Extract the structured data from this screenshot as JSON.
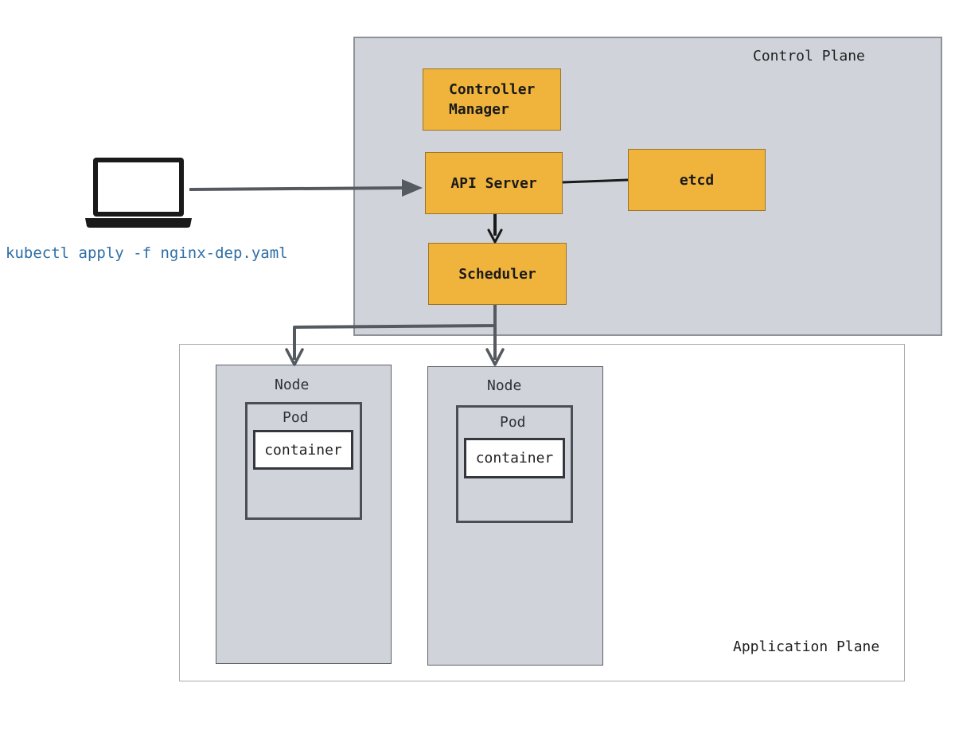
{
  "command": "kubectl apply -f nginx-dep.yaml",
  "control_plane": {
    "label": "Control Plane",
    "components": {
      "controller_manager": "Controller\nManager",
      "api_server": "API Server",
      "etcd": "etcd",
      "scheduler": "Scheduler"
    }
  },
  "application_plane": {
    "label": "Application Plane",
    "nodes": [
      {
        "label": "Node",
        "pod_label": "Pod",
        "container_label": "container"
      },
      {
        "label": "Node",
        "pod_label": "Pod",
        "container_label": "container"
      }
    ]
  },
  "colors": {
    "component_fill": "#f0b43c",
    "plane_fill": "#d0d4da",
    "command_text": "#2f6ea6",
    "connector": "#555a60"
  },
  "icons": [
    "laptop-icon"
  ]
}
